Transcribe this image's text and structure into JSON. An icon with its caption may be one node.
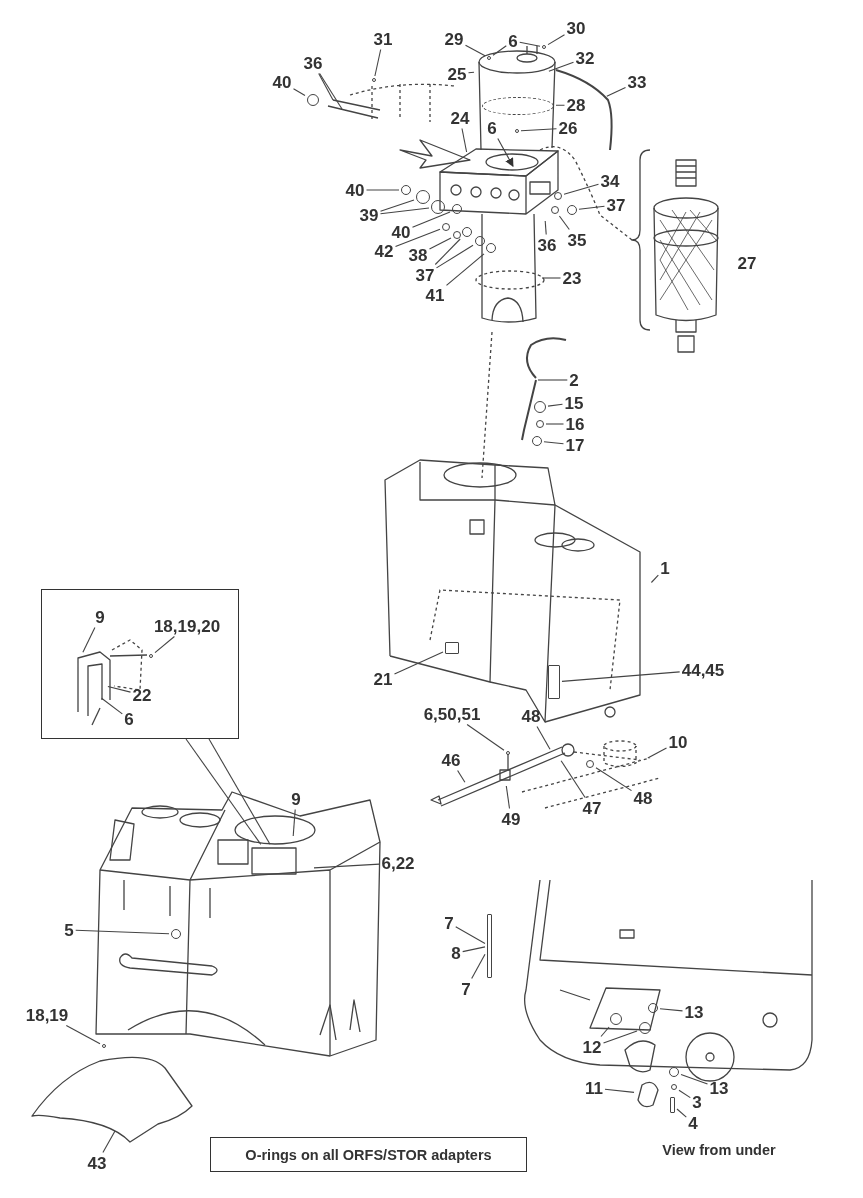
{
  "diagram": {
    "nodes": [
      {
        "text": [
          "31"
        ]
      },
      {
        "text": [
          "36"
        ]
      },
      {
        "text": [
          "40"
        ]
      },
      {
        "text": [
          "29"
        ]
      },
      {
        "text": [
          "6"
        ]
      },
      {
        "text": [
          "30"
        ]
      },
      {
        "text": [
          "32"
        ]
      },
      {
        "text": [
          "25"
        ]
      },
      {
        "text": [
          "33"
        ]
      },
      {
        "text": [
          "28"
        ]
      },
      {
        "text": [
          "6"
        ]
      },
      {
        "text": [
          "26"
        ]
      },
      {
        "text": [
          "24"
        ]
      },
      {
        "text": [
          "40"
        ]
      },
      {
        "text": [
          "39"
        ]
      },
      {
        "text": [
          "40"
        ]
      },
      {
        "text": [
          "42"
        ]
      },
      {
        "text": [
          "38"
        ]
      },
      {
        "text": [
          "37"
        ]
      },
      {
        "text": [
          "41"
        ]
      },
      {
        "text": [
          "23"
        ]
      },
      {
        "text": [
          "34"
        ]
      },
      {
        "text": [
          "37"
        ]
      },
      {
        "text": [
          "36"
        ]
      },
      {
        "text": [
          "35"
        ]
      },
      {
        "text": [
          "2"
        ]
      },
      {
        "text": [
          "15"
        ]
      },
      {
        "text": [
          "16"
        ]
      },
      {
        "text": [
          "17"
        ]
      },
      {
        "text": [
          "1"
        ]
      },
      {
        "text": [],
        "shape": "box"
      },
      {
        "text": [
          "9"
        ],
        "in": 30
      },
      {
        "text": [
          "18,19,20"
        ],
        "in": 30
      },
      {
        "text": [
          "22"
        ],
        "in": 30
      },
      {
        "text": [
          "6"
        ],
        "in": 30
      },
      {
        "text": [
          "21"
        ]
      },
      {
        "text": [
          "44,45"
        ]
      },
      {
        "text": [
          "6,50,51"
        ]
      },
      {
        "text": [
          "48"
        ]
      },
      {
        "text": [
          "46"
        ]
      },
      {
        "text": [
          "10"
        ]
      },
      {
        "text": [
          "49"
        ]
      },
      {
        "text": [
          "47"
        ]
      },
      {
        "text": [
          "48"
        ]
      },
      {
        "text": [
          "9"
        ]
      },
      {
        "text": [
          "6,22"
        ]
      },
      {
        "text": [
          "5"
        ]
      },
      {
        "text": [
          "7"
        ]
      },
      {
        "text": [
          "8"
        ]
      },
      {
        "text": [
          "7"
        ]
      },
      {
        "text": [
          "13"
        ]
      },
      {
        "text": [
          "12"
        ]
      },
      {
        "text": [
          "11"
        ]
      },
      {
        "text": [
          "13"
        ]
      },
      {
        "text": [
          "3"
        ]
      },
      {
        "text": [
          "4"
        ]
      },
      {
        "text": [
          "18,19"
        ]
      },
      {
        "text": [
          "43"
        ]
      },
      {
        "text": [
          "O-rings on all ORFS/STOR adapters"
        ]
      },
      {
        "text": [],
        "shape": "circle"
      },
      {
        "text": [],
        "shape": "circle"
      },
      {
        "text": [],
        "shape": "circle"
      },
      {
        "text": [],
        "shape": "circle"
      },
      {
        "text": [],
        "shape": "circle"
      },
      {
        "text": [],
        "shape": "circle"
      },
      {
        "text": [],
        "shape": "circle"
      },
      {
        "text": [],
        "shape": "circle"
      },
      {
        "text": [],
        "shape": "circle"
      },
      {
        "text": [],
        "shape": "circle"
      },
      {
        "text": [],
        "shape": "circle"
      },
      {
        "text": [],
        "shape": "circle"
      },
      {
        "text": [],
        "shape": "circle"
      },
      {
        "text": [],
        "shape": "circle"
      },
      {
        "text": [],
        "shape": "circle"
      },
      {
        "text": [],
        "shape": "circle"
      },
      {
        "text": [],
        "shape": "circle"
      },
      {
        "text": [],
        "shape": "circle"
      },
      {
        "text": [],
        "shape": "circle"
      },
      {
        "text": [],
        "shape": "circle"
      },
      {
        "text": [],
        "shape": "box"
      },
      {
        "text": [],
        "shape": "box"
      },
      {
        "text": [],
        "shape": "circle"
      },
      {
        "text": [],
        "shape": "circle"
      },
      {
        "text": [],
        "shape": "circle"
      },
      {
        "text": [],
        "shape": "circle"
      },
      {
        "text": [],
        "shape": "circle"
      },
      {
        "text": [],
        "shape": "circle"
      },
      {
        "text": [],
        "shape": "circle"
      },
      {
        "text": [],
        "shape": "bar"
      },
      {
        "text": [],
        "shape": "ring"
      },
      {
        "text": [],
        "shape": "circle",
        "in": 30
      },
      {
        "text": [],
        "shape": "circle"
      },
      {
        "text": [],
        "shape": "bar"
      },
      {
        "text": [],
        "shape": "circle"
      },
      {
        "text": [],
        "shape": "picture"
      },
      {
        "text": [],
        "shape": "picture"
      },
      {
        "text": [],
        "shape": "picture"
      }
    ],
    "edges": [
      {
        "from": 0,
        "to": 61,
        "arrow": "none"
      },
      {
        "from": 1,
        "to": 96,
        "arrow": "none"
      },
      {
        "from": 1,
        "to": 96,
        "arrow": "none"
      },
      {
        "from": 2,
        "to": 62,
        "arrow": "none"
      },
      {
        "from": 3,
        "to": 59,
        "arrow": "none"
      },
      {
        "from": 4,
        "to": 59,
        "arrow": "none"
      },
      {
        "from": 4,
        "to": 60,
        "arrow": "none"
      },
      {
        "from": 5,
        "to": 60,
        "arrow": "none"
      },
      {
        "from": 6,
        "to": null,
        "arrow": "none"
      },
      {
        "from": 7,
        "to": null,
        "arrow": "none"
      },
      {
        "from": 8,
        "to": null,
        "arrow": "none"
      },
      {
        "from": 9,
        "to": 89,
        "arrow": "none"
      },
      {
        "from": 10,
        "to": null,
        "arrow": "to"
      },
      {
        "from": 11,
        "to": 63,
        "arrow": "none"
      },
      {
        "from": 12,
        "to": null,
        "arrow": "none"
      },
      {
        "from": 13,
        "to": 64,
        "arrow": "none"
      },
      {
        "from": 14,
        "to": 65,
        "arrow": "none"
      },
      {
        "from": 14,
        "to": 66,
        "arrow": "none"
      },
      {
        "from": 15,
        "to": 67,
        "arrow": "none"
      },
      {
        "from": 16,
        "to": 68,
        "arrow": "none"
      },
      {
        "from": 17,
        "to": 69,
        "arrow": "none"
      },
      {
        "from": 18,
        "to": 70,
        "arrow": "none"
      },
      {
        "from": 18,
        "to": 71,
        "arrow": "none"
      },
      {
        "from": 19,
        "to": 72,
        "arrow": "none"
      },
      {
        "from": 20,
        "to": null,
        "arrow": "none"
      },
      {
        "from": 21,
        "to": 73,
        "arrow": "none"
      },
      {
        "from": 22,
        "to": 74,
        "arrow": "none"
      },
      {
        "from": 23,
        "to": null,
        "arrow": "none"
      },
      {
        "from": 24,
        "to": 75,
        "arrow": "none"
      },
      {
        "from": 25,
        "to": null,
        "arrow": "none"
      },
      {
        "from": 26,
        "to": 76,
        "arrow": "none"
      },
      {
        "from": 27,
        "to": 77,
        "arrow": "none"
      },
      {
        "from": 28,
        "to": 78,
        "arrow": "none"
      },
      {
        "from": 29,
        "to": null,
        "arrow": "none"
      },
      {
        "from": 30,
        "to": null,
        "arrow": "none"
      },
      {
        "from": 30,
        "to": null,
        "arrow": "none"
      },
      {
        "from": 31,
        "to": null,
        "arrow": "none"
      },
      {
        "from": 32,
        "to": 90,
        "arrow": "none"
      },
      {
        "from": 33,
        "to": null,
        "arrow": "none"
      },
      {
        "from": 34,
        "to": null,
        "arrow": "none"
      },
      {
        "from": 35,
        "to": 79,
        "arrow": "none"
      },
      {
        "from": 36,
        "to": 80,
        "arrow": "none"
      },
      {
        "from": 37,
        "to": 91,
        "arrow": "none"
      },
      {
        "from": 38,
        "to": null,
        "arrow": "none"
      },
      {
        "from": 39,
        "to": null,
        "arrow": "none"
      },
      {
        "from": 40,
        "to": null,
        "arrow": "none"
      },
      {
        "from": 41,
        "to": null,
        "arrow": "none"
      },
      {
        "from": 42,
        "to": null,
        "arrow": "none"
      },
      {
        "from": 43,
        "to": 81,
        "arrow": "none"
      },
      {
        "from": 44,
        "to": null,
        "arrow": "none"
      },
      {
        "from": 45,
        "to": null,
        "arrow": "none"
      },
      {
        "from": 46,
        "to": 82,
        "arrow": "none"
      },
      {
        "from": 47,
        "to": 92,
        "arrow": "none"
      },
      {
        "from": 48,
        "to": 92,
        "arrow": "none"
      },
      {
        "from": 49,
        "to": 92,
        "arrow": "none"
      },
      {
        "from": 50,
        "to": 83,
        "arrow": "none"
      },
      {
        "from": 51,
        "to": 84,
        "arrow": "none"
      },
      {
        "from": 51,
        "to": 85,
        "arrow": "none"
      },
      {
        "from": 52,
        "to": 95,
        "arrow": "none"
      },
      {
        "from": 53,
        "to": 86,
        "arrow": "none"
      },
      {
        "from": 54,
        "to": 87,
        "arrow": "none"
      },
      {
        "from": 55,
        "to": 88,
        "arrow": "none"
      },
      {
        "from": 56,
        "to": 93,
        "arrow": "none"
      },
      {
        "from": 57,
        "to": 94,
        "arrow": "none"
      }
    ],
    "labels": [
      "27",
      "View from under"
    ]
  }
}
